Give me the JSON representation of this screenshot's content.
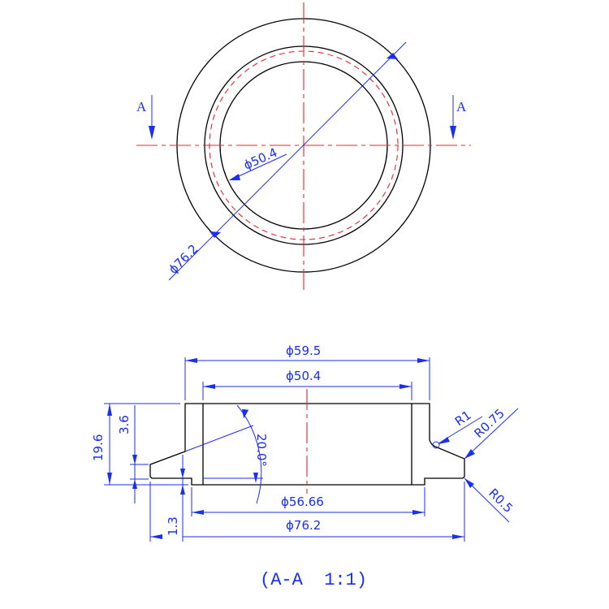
{
  "drawing": {
    "top_view": {
      "section_marker_left": "A",
      "section_marker_right": "A",
      "dim_inner_diameter": "ϕ50.4",
      "dim_outer_diameter": "ϕ76.2"
    },
    "section_view": {
      "dim_top_outer": "ϕ59.5",
      "dim_top_inner": "ϕ50.4",
      "dim_bottom_inner": "ϕ56.66",
      "dim_bottom_outer": "ϕ76.2",
      "dim_total_height": "19.6",
      "dim_flange_height": "3.6",
      "dim_step_height": "1.3",
      "dim_angle": "20.0°",
      "radius_fillet": "R1",
      "radius_flange_top": "R0.75",
      "radius_flange_bottom": "R0.5",
      "caption": "(A-A  1:1)"
    },
    "colors": {
      "object_line": "#000000",
      "center_line": "#e8262a",
      "dimension": "#1a2ff0"
    }
  }
}
